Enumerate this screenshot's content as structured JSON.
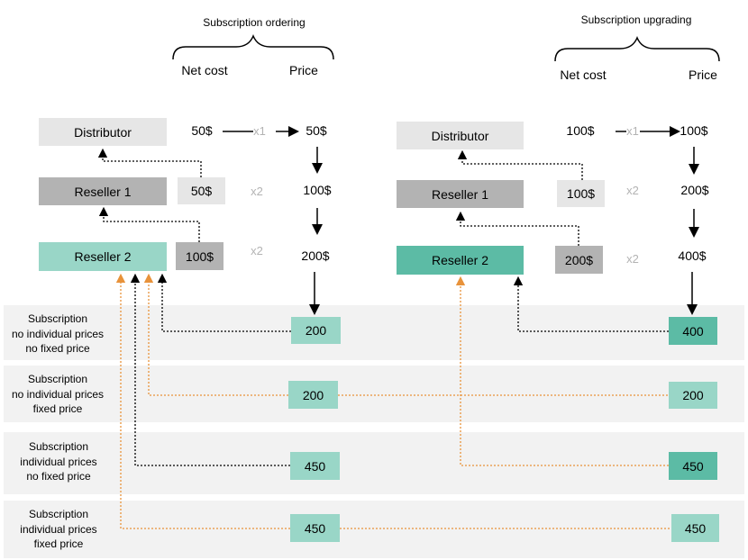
{
  "sections": {
    "ordering": {
      "title": "Subscription ordering",
      "col_net_cost": "Net cost",
      "col_price": "Price",
      "distributor": {
        "name": "Distributor",
        "net_cost": "50$",
        "multiplier": "x1",
        "price": "50$"
      },
      "reseller1": {
        "name": "Reseller 1",
        "net_cost": "50$",
        "multiplier": "x2",
        "price": "100$"
      },
      "reseller2": {
        "name": "Reseller 2",
        "net_cost": "100$",
        "multiplier": "x2",
        "price": "200$"
      },
      "results": [
        "200",
        "200",
        "450",
        "450"
      ]
    },
    "upgrading": {
      "title": "Subscription upgrading",
      "col_net_cost": "Net cost",
      "col_price": "Price",
      "distributor": {
        "name": "Distributor",
        "net_cost": "100$",
        "multiplier": "x1",
        "price": "100$"
      },
      "reseller1": {
        "name": "Reseller 1",
        "net_cost": "100$",
        "multiplier": "x2",
        "price": "200$"
      },
      "reseller2": {
        "name": "Reseller 2",
        "net_cost": "200$",
        "multiplier": "x2",
        "price": "400$"
      },
      "results": [
        "400",
        "200",
        "450",
        "450"
      ]
    }
  },
  "rows": [
    {
      "line1": "Subscription",
      "line2": "no individual prices",
      "line3": "no fixed price"
    },
    {
      "line1": "Subscription",
      "line2": "no individual prices",
      "line3": "fixed price"
    },
    {
      "line1": "Subscription",
      "line2": "individual prices",
      "line3": "no fixed price"
    },
    {
      "line1": "Subscription",
      "line2": "individual prices",
      "line3": "fixed price"
    }
  ],
  "colors": {
    "gray_light": "#e6e6e6",
    "gray_medium": "#b3b3b3",
    "teal_light": "#99d6c7",
    "teal_dark": "#5cbba5",
    "orange_link": "#e8923a",
    "black_link": "#000000"
  }
}
